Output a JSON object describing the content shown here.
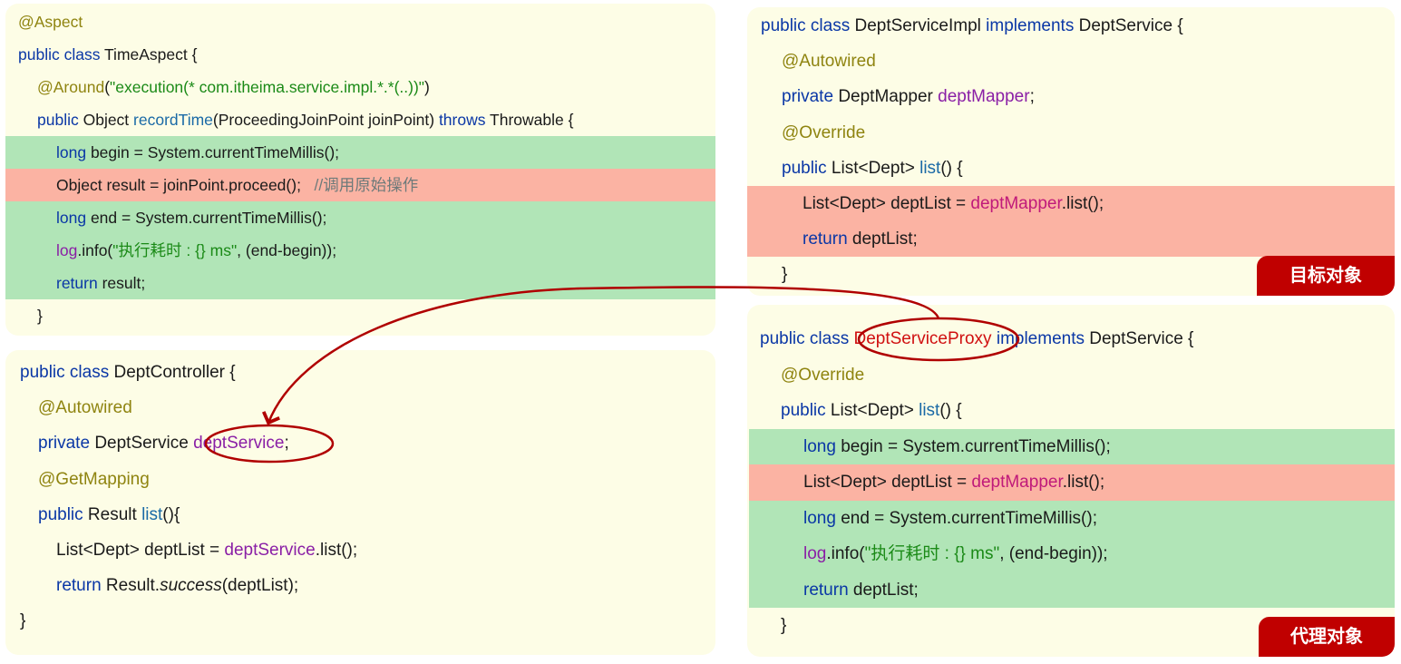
{
  "panels": {
    "aspect": {
      "lines": [
        {
          "indent": 0,
          "hl": "",
          "tokens": [
            {
              "t": "@Aspect",
              "c": "ann"
            }
          ]
        },
        {
          "indent": 0,
          "hl": "",
          "tokens": [
            {
              "t": "public class ",
              "c": "kw"
            },
            {
              "t": "TimeAspect {",
              "c": "plain"
            }
          ]
        },
        {
          "indent": 1,
          "hl": "",
          "tokens": [
            {
              "t": "@Around",
              "c": "ann"
            },
            {
              "t": "(",
              "c": "plain"
            },
            {
              "t": "\"execution(* com.itheima.service.impl.*.*(..))\"",
              "c": "str"
            },
            {
              "t": ")",
              "c": "plain"
            }
          ]
        },
        {
          "indent": 1,
          "hl": "",
          "tokens": [
            {
              "t": "public ",
              "c": "kw"
            },
            {
              "t": "Object ",
              "c": "plain"
            },
            {
              "t": "recordTime",
              "c": "mth"
            },
            {
              "t": "(ProceedingJoinPoint joinPoint) ",
              "c": "plain"
            },
            {
              "t": "throws ",
              "c": "kw"
            },
            {
              "t": "Throwable {",
              "c": "plain"
            }
          ]
        },
        {
          "indent": 2,
          "hl": "green",
          "tokens": [
            {
              "t": "long ",
              "c": "kw"
            },
            {
              "t": "begin = System.currentTimeMillis();",
              "c": "plain"
            }
          ]
        },
        {
          "indent": 2,
          "hl": "red",
          "tokens": [
            {
              "t": "Object result = joinPoint.proceed();   ",
              "c": "plain"
            },
            {
              "t": "//调用原始操作",
              "c": "cmt"
            }
          ]
        },
        {
          "indent": 2,
          "hl": "green",
          "tokens": [
            {
              "t": "long ",
              "c": "kw"
            },
            {
              "t": "end = System.currentTimeMillis();",
              "c": "plain"
            }
          ]
        },
        {
          "indent": 2,
          "hl": "green",
          "tokens": [
            {
              "t": "log",
              "c": "fld"
            },
            {
              "t": ".info(",
              "c": "plain"
            },
            {
              "t": "\"执行耗时 : {} ms\"",
              "c": "str"
            },
            {
              "t": ", (end-begin));",
              "c": "plain"
            }
          ]
        },
        {
          "indent": 2,
          "hl": "green",
          "tokens": [
            {
              "t": "return ",
              "c": "kw"
            },
            {
              "t": "result;",
              "c": "plain"
            }
          ]
        },
        {
          "indent": 1,
          "hl": "",
          "tokens": [
            {
              "t": "}",
              "c": "plain"
            }
          ]
        }
      ]
    },
    "controller": {
      "lines": [
        {
          "indent": 0,
          "hl": "",
          "tokens": [
            {
              "t": "public class ",
              "c": "kw"
            },
            {
              "t": "DeptController {",
              "c": "plain"
            }
          ]
        },
        {
          "indent": 1,
          "hl": "",
          "tokens": [
            {
              "t": "@Autowired",
              "c": "ann"
            }
          ]
        },
        {
          "indent": 1,
          "hl": "",
          "tokens": [
            {
              "t": "private ",
              "c": "kw"
            },
            {
              "t": "DeptService ",
              "c": "plain"
            },
            {
              "t": "deptService",
              "c": "fld"
            },
            {
              "t": ";",
              "c": "plain"
            }
          ]
        },
        {
          "indent": 1,
          "hl": "",
          "tokens": [
            {
              "t": "@GetMapping",
              "c": "ann"
            }
          ]
        },
        {
          "indent": 1,
          "hl": "",
          "tokens": [
            {
              "t": "public ",
              "c": "kw"
            },
            {
              "t": "Result ",
              "c": "plain"
            },
            {
              "t": "list",
              "c": "mth"
            },
            {
              "t": "(){",
              "c": "plain"
            }
          ]
        },
        {
          "indent": 2,
          "hl": "",
          "tokens": [
            {
              "t": "List<Dept> deptList = ",
              "c": "plain"
            },
            {
              "t": "deptService",
              "c": "fld"
            },
            {
              "t": ".list();",
              "c": "plain"
            }
          ]
        },
        {
          "indent": 2,
          "hl": "",
          "tokens": [
            {
              "t": "return ",
              "c": "kw"
            },
            {
              "t": "Result.",
              "c": "plain"
            },
            {
              "t": "success",
              "c": "ital"
            },
            {
              "t": "(deptList);",
              "c": "plain"
            }
          ]
        },
        {
          "indent": 0,
          "hl": "",
          "tokens": [
            {
              "t": "}",
              "c": "plain"
            }
          ]
        }
      ]
    },
    "impl": {
      "badge": "目标对象",
      "lines": [
        {
          "indent": 0,
          "hl": "",
          "tokens": [
            {
              "t": "public class ",
              "c": "kw"
            },
            {
              "t": "DeptServiceImpl ",
              "c": "plain"
            },
            {
              "t": "implements ",
              "c": "kw"
            },
            {
              "t": "DeptService {",
              "c": "plain"
            }
          ]
        },
        {
          "indent": 1,
          "hl": "",
          "tokens": [
            {
              "t": "@Autowired",
              "c": "ann"
            }
          ]
        },
        {
          "indent": 1,
          "hl": "",
          "tokens": [
            {
              "t": "private ",
              "c": "kw"
            },
            {
              "t": "DeptMapper ",
              "c": "plain"
            },
            {
              "t": "deptMapper",
              "c": "fld"
            },
            {
              "t": ";",
              "c": "plain"
            }
          ]
        },
        {
          "indent": 1,
          "hl": "",
          "tokens": [
            {
              "t": "@Override",
              "c": "ann"
            }
          ]
        },
        {
          "indent": 1,
          "hl": "",
          "tokens": [
            {
              "t": "public ",
              "c": "kw"
            },
            {
              "t": "List<Dept> ",
              "c": "plain"
            },
            {
              "t": "list",
              "c": "mth"
            },
            {
              "t": "() {",
              "c": "plain"
            }
          ]
        },
        {
          "indent": 2,
          "hl": "red",
          "tokens": [
            {
              "t": "List<Dept> deptList = ",
              "c": "plain"
            },
            {
              "t": "deptMapper",
              "c": "fld2"
            },
            {
              "t": ".list();",
              "c": "plain"
            }
          ]
        },
        {
          "indent": 2,
          "hl": "red",
          "tokens": [
            {
              "t": "return ",
              "c": "kw"
            },
            {
              "t": "deptList;",
              "c": "plain"
            }
          ]
        },
        {
          "indent": 1,
          "hl": "",
          "tokens": [
            {
              "t": "}",
              "c": "plain"
            }
          ]
        }
      ]
    },
    "proxy": {
      "badge": "代理对象",
      "lines": [
        {
          "indent": 0,
          "hl": "",
          "tokens": [
            {
              "t": "public class ",
              "c": "kw"
            },
            {
              "t": "DeptServiceProxy",
              "c": "redname"
            },
            {
              "t": " implements ",
              "c": "kw"
            },
            {
              "t": "DeptService {",
              "c": "plain"
            }
          ]
        },
        {
          "indent": 1,
          "hl": "",
          "tokens": [
            {
              "t": "@Override",
              "c": "ann"
            }
          ]
        },
        {
          "indent": 1,
          "hl": "",
          "tokens": [
            {
              "t": "public ",
              "c": "kw"
            },
            {
              "t": "List<Dept> ",
              "c": "plain"
            },
            {
              "t": "list",
              "c": "mth"
            },
            {
              "t": "() {",
              "c": "plain"
            }
          ]
        },
        {
          "indent": 2,
          "hl": "green",
          "tokens": [
            {
              "t": "long ",
              "c": "kw"
            },
            {
              "t": "begin = System.currentTimeMillis();",
              "c": "plain"
            }
          ]
        },
        {
          "indent": 2,
          "hl": "red",
          "tokens": [
            {
              "t": "List<Dept> deptList = ",
              "c": "plain"
            },
            {
              "t": "deptMapper",
              "c": "fld2"
            },
            {
              "t": ".list();",
              "c": "plain"
            }
          ]
        },
        {
          "indent": 2,
          "hl": "green",
          "tokens": [
            {
              "t": "long ",
              "c": "kw"
            },
            {
              "t": "end = System.currentTimeMillis();",
              "c": "plain"
            }
          ]
        },
        {
          "indent": 2,
          "hl": "green",
          "tokens": [
            {
              "t": "log",
              "c": "fld"
            },
            {
              "t": ".info(",
              "c": "plain"
            },
            {
              "t": "\"执行耗时 : {} ms\"",
              "c": "str"
            },
            {
              "t": ", (end-begin));",
              "c": "plain"
            }
          ]
        },
        {
          "indent": 2,
          "hl": "green",
          "tokens": [
            {
              "t": "return ",
              "c": "kw"
            },
            {
              "t": "deptList;",
              "c": "plain"
            }
          ]
        },
        {
          "indent": 1,
          "hl": "",
          "tokens": [
            {
              "t": "}",
              "c": "plain"
            }
          ]
        }
      ]
    }
  },
  "colors": {
    "panel_bg": "#fdfde6",
    "highlight_green": "#b1e5b7",
    "highlight_red": "#fbb3a3",
    "badge_bg": "#c00000",
    "annotation_line": "#b00000"
  }
}
